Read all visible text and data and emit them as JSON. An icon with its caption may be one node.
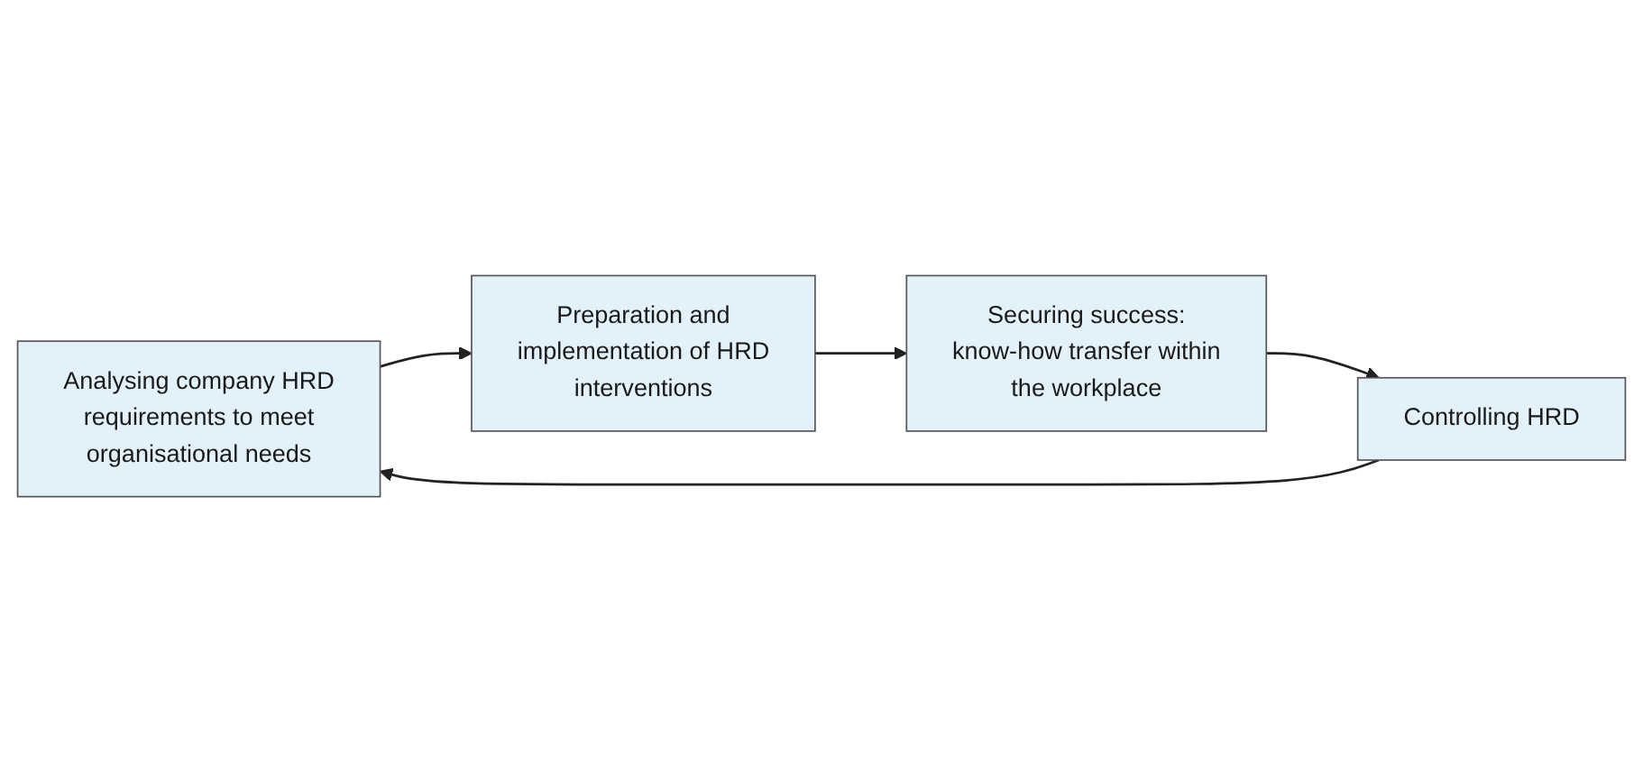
{
  "diagram": {
    "nodes": [
      {
        "text": [
          "Analysing company HRD requirements to meet organisational needs"
        ]
      },
      {
        "text": [
          "Controlling HRD"
        ]
      },
      {
        "text": [
          "Preparation and implementation of HRD interventions"
        ]
      },
      {
        "text": [
          "Securing success: know-how transfer within the workplace"
        ]
      }
    ],
    "edges": [
      {
        "from": 0,
        "to": 2,
        "arrow": "to"
      },
      {
        "from": 2,
        "to": 3,
        "arrow": "to"
      },
      {
        "from": 3,
        "to": 1,
        "arrow": "to"
      },
      {
        "from": 1,
        "to": 0,
        "arrow": "to"
      }
    ]
  }
}
